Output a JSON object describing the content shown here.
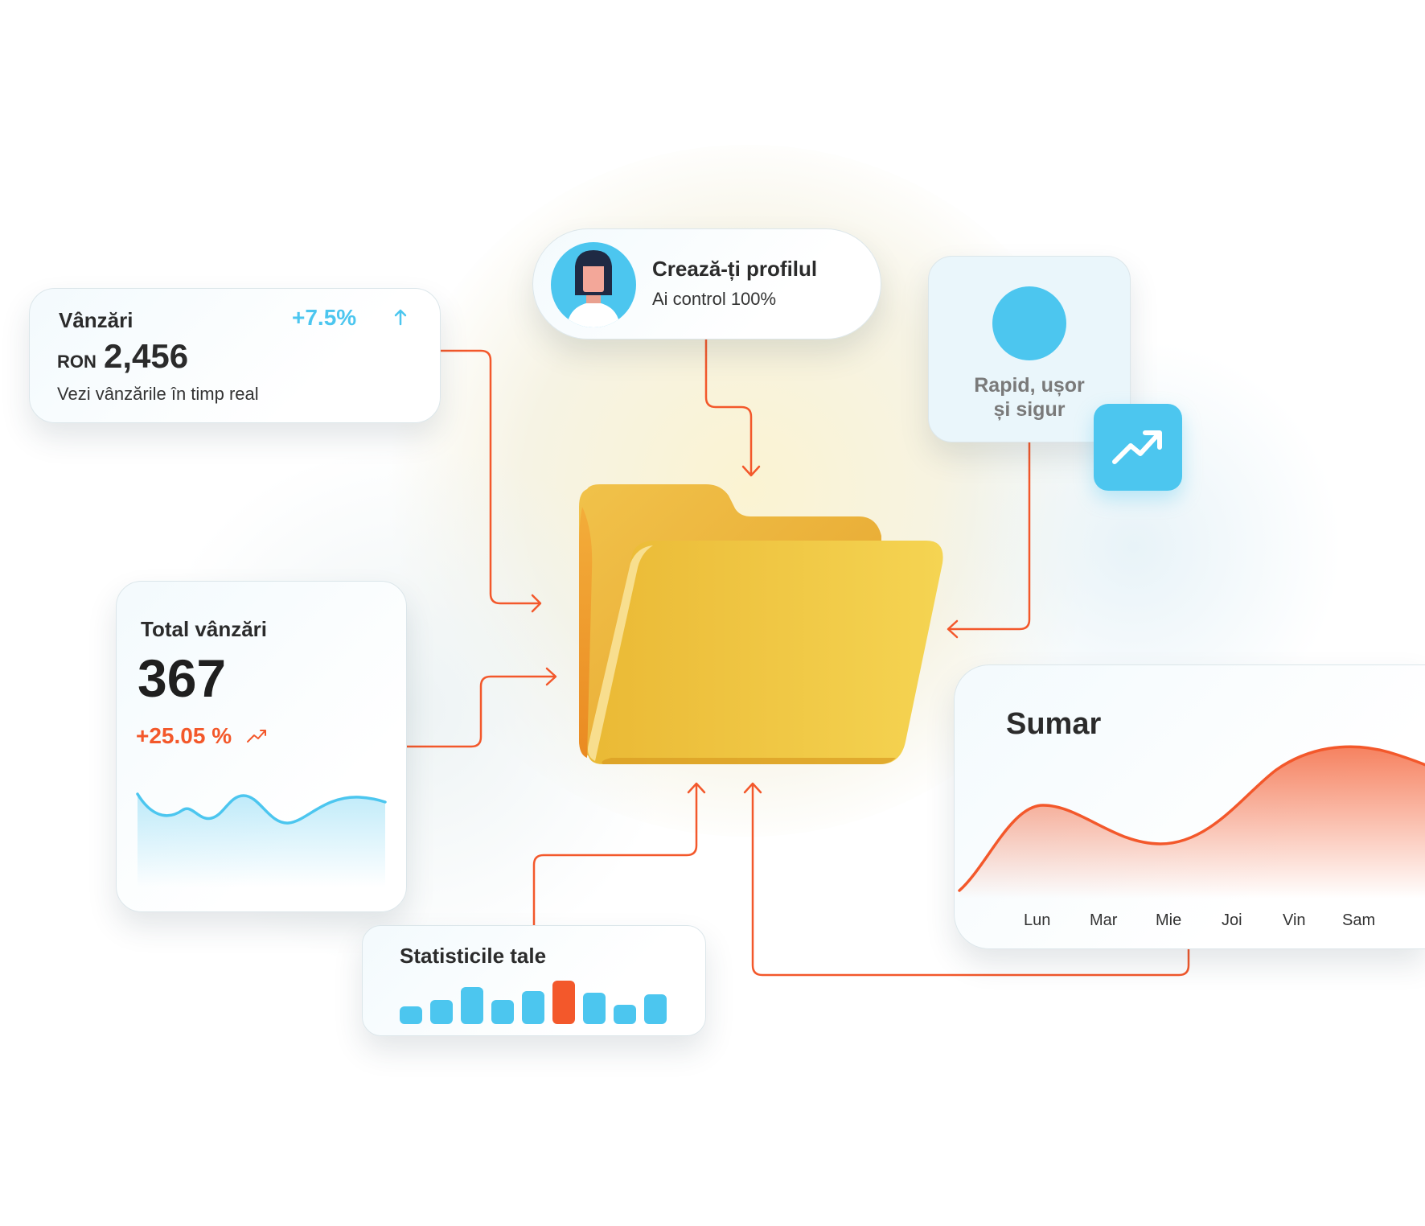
{
  "sales_card": {
    "title": "Vânzări",
    "change": "+7.5%",
    "currency": "RON",
    "amount": "2,456",
    "subtitle": "Vezi vânzările în timp real"
  },
  "profile_card": {
    "title": "Crează-ți profilul",
    "subtitle": "Ai control 100%"
  },
  "speed_card": {
    "line1": "Rapid, ușor",
    "line2": "și sigur"
  },
  "total_card": {
    "title": "Total vânzări",
    "value": "367",
    "change": "+25.05 %"
  },
  "summary_card": {
    "title": "Sumar",
    "days": [
      "Lun",
      "Mar",
      "Mie",
      "Joi",
      "Vin",
      "Sam"
    ]
  },
  "stats_card": {
    "title": "Statisticile tale",
    "bar_levels": [
      0.4,
      0.55,
      0.85,
      0.55,
      0.75,
      1.0,
      0.72,
      0.45,
      0.68
    ],
    "highlight_index": 5
  },
  "colors": {
    "accent_blue": "#4cc6ef",
    "accent_orange": "#f3582b",
    "folder_yellow": "#f2c53f"
  },
  "icons": {
    "up_arrow": "arrow-up-icon",
    "trend": "trending-up-icon"
  }
}
